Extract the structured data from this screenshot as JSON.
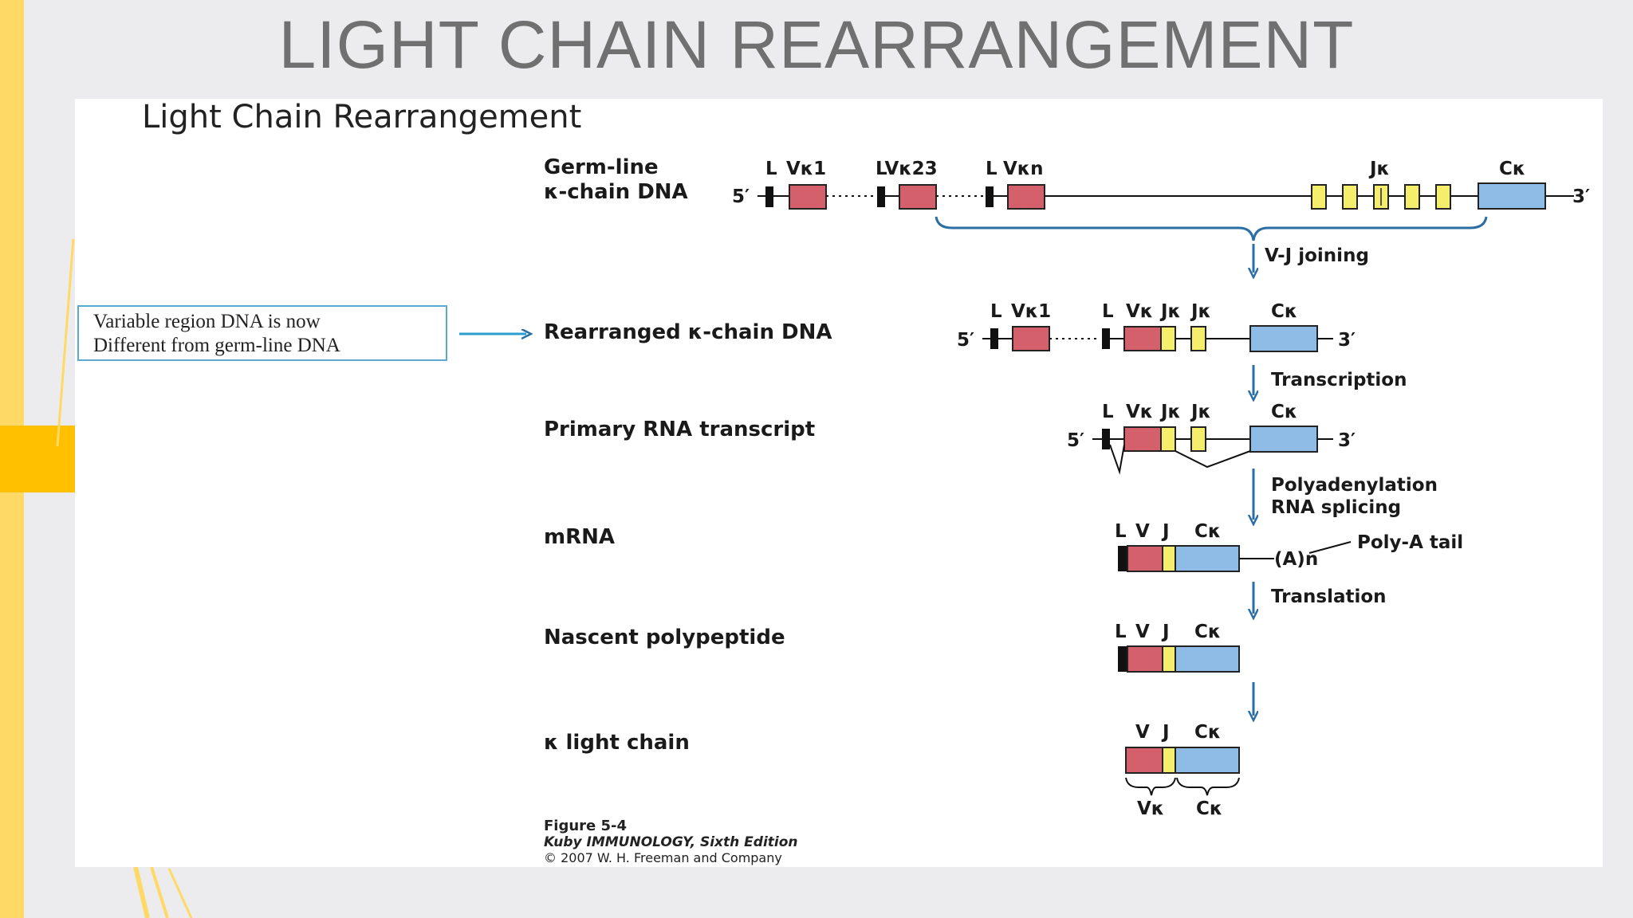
{
  "page_title": "LIGHT CHAIN REARRANGEMENT",
  "figure": {
    "subtitle": "Light Chain Rearrangement",
    "note": {
      "line1": "Variable region DNA is now",
      "line2": "Different from germ-line DNA"
    },
    "rows": {
      "germline_line1": "Germ-line",
      "germline_line2": "κ-chain DNA",
      "rearranged": "Rearranged κ-chain DNA",
      "primary_rna": "Primary RNA transcript",
      "mrna": "mRNA",
      "nascent": "Nascent polypeptide",
      "light_chain": "κ light chain"
    },
    "steps": {
      "vj_joining": "V-J joining",
      "transcription": "Transcription",
      "polyadenylation": "Polyadenylation",
      "rna_splicing": "RNA splicing",
      "translation": "Translation"
    },
    "segments": {
      "l": "L",
      "v": "V",
      "j": "J",
      "v_kappa": "Vκ",
      "j_kappa": "Jκ",
      "c_kappa": "Cκ",
      "v_kappa_1": "Vκ1",
      "lv_kappa_23": "LVκ23",
      "v_kappa_n": "Vκn",
      "poly_a": "(A)n",
      "poly_a_tail": "Poly-A tail"
    },
    "ends": {
      "five": "5′",
      "three": "3′"
    },
    "credit": {
      "figure": "Figure 5-4",
      "book": "Kuby IMMUNOLOGY, Sixth Edition",
      "copyright": "© 2007 W. H. Freeman and Company"
    }
  },
  "colors": {
    "v_segment": "#d4606b",
    "j_segment": "#f4ee6c",
    "c_segment": "#8fbce6",
    "leader": "#111111",
    "arrow": "#2a6ea4",
    "bracket": "#2a6ea4",
    "note_border": "#5aaad0"
  }
}
